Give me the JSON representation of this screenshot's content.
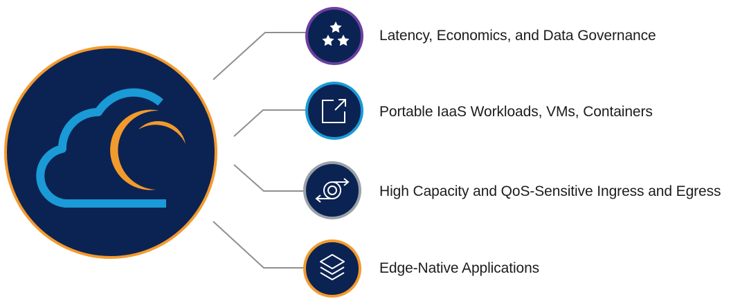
{
  "items": [
    {
      "label": "Latency, Economics, and Data Governance",
      "icon": "stars-icon",
      "ring_color": "#6b3fa0"
    },
    {
      "label": "Portable IaaS Workloads, VMs, Containers",
      "icon": "export-arrow-icon",
      "ring_color": "#1a9ad6"
    },
    {
      "label": "High Capacity and QoS-Sensitive Ingress and Egress",
      "icon": "bidirectional-flow-icon",
      "ring_color": "#9aa1a8"
    },
    {
      "label": "Edge-Native Applications",
      "icon": "layers-icon",
      "ring_color": "#f39a2d"
    }
  ],
  "colors": {
    "navy": "#0b2352",
    "orange": "#f39a2d",
    "blue": "#1a9ad6",
    "connector": "#8f8f8f"
  },
  "main_icon": "cloud-edge-icon"
}
